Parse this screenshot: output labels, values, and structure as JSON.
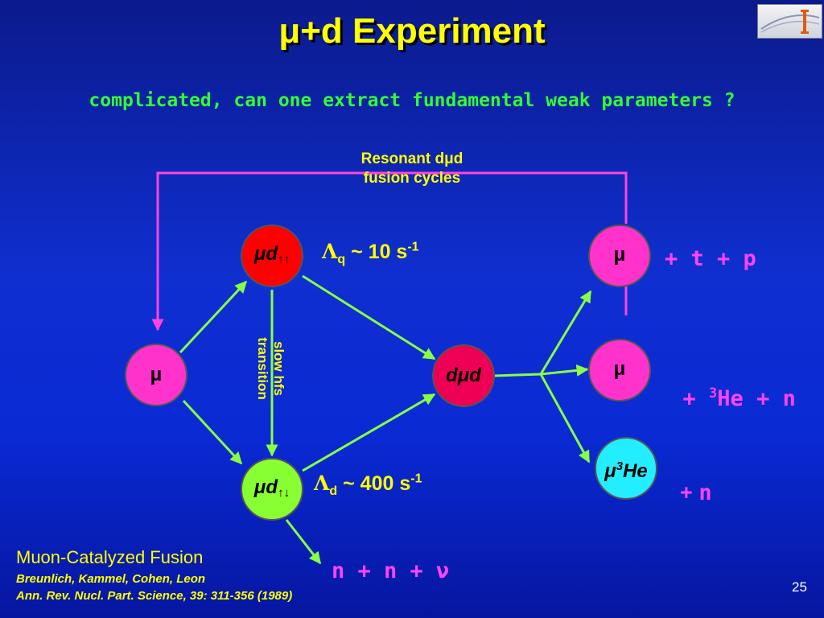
{
  "title": "μ+d Experiment",
  "subtitle": "complicated, can one extract fundamental weak parameters ?",
  "cycle_label_line1": "Resonant dμd",
  "cycle_label_line2": "fusion cycles",
  "nodes": {
    "mu_left": "μ",
    "mud_up": "μd",
    "mud_up_spin": "↑↑",
    "mud_down": "μd",
    "mud_down_spin": "↑↓",
    "dmud": "dμd",
    "mu_right_top": "μ",
    "mu_right_mid": "μ",
    "mu3he_mu": "μ",
    "mu3he_sup": "3",
    "mu3he_he": "He"
  },
  "rates": {
    "q_symbol": "Λ",
    "q_sub": "q",
    "q_value": " ~ 10 s",
    "q_exp": "-1",
    "d_symbol": "Λ",
    "d_sub": "d",
    "d_value": " ~ 400 s",
    "d_exp": "-1"
  },
  "transition_line1": "slow hfs",
  "transition_line2": "transition",
  "products": {
    "top": "+ t + p",
    "mid_prefix": "+",
    "mid_sup": "3",
    "mid_rest": "He + n",
    "he_plus": "+",
    "he_n": "n",
    "bottom": "n + n + ν"
  },
  "reference": {
    "title": "Muon-Catalyzed Fusion",
    "authors": "Breunlich, Kammel, Cohen, Leon",
    "journal": "Ann. Rev. Nucl. Part. Science, 39: 311-356 (1989)"
  },
  "page_number": "25",
  "colors": {
    "arrow": "#88ff44",
    "cycle": "#ff44dd",
    "node_magenta": "#ff33cc",
    "node_red": "#ff0000",
    "node_crimson": "#ee0055",
    "node_green": "#88ff33",
    "node_cyan": "#22eeff",
    "text_yellow": "#ffff00",
    "text_green": "#33ff33"
  },
  "icons": {
    "logo": "institute-logo"
  }
}
